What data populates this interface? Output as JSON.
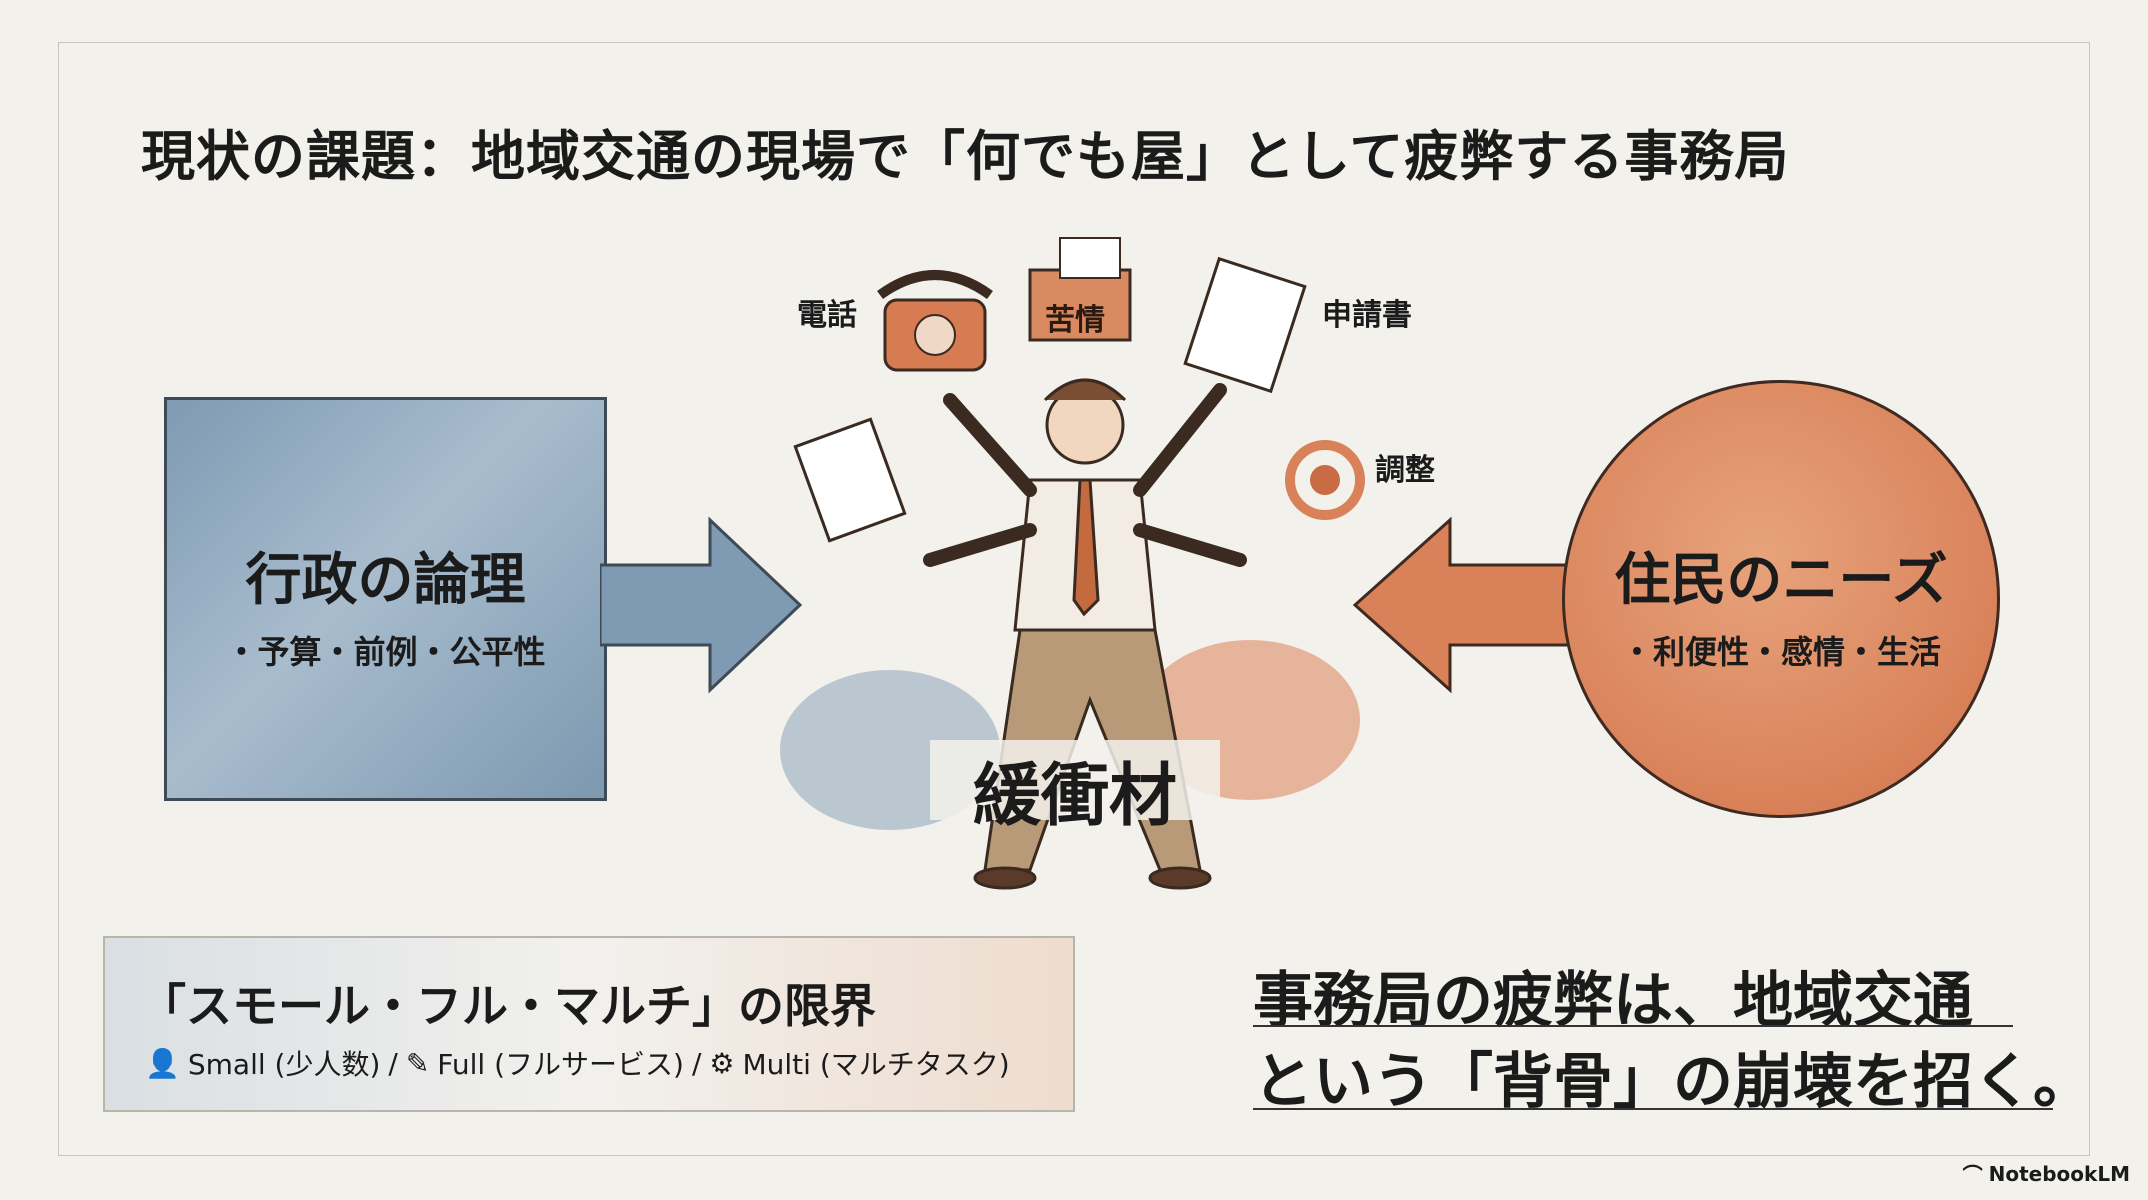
{
  "title": "現状の課題：地域交通の現場で「何でも屋」として疲弊する事務局",
  "left": {
    "title": "行政の論理",
    "sub": "・予算・前例・公平性"
  },
  "right": {
    "title": "住民のニーズ",
    "sub": "・利便性・感情・生活"
  },
  "center": {
    "labels": {
      "phone": "電話",
      "complaint": "苦情",
      "application": "申請書",
      "coordination": "調整"
    },
    "buffer": "緩衝材"
  },
  "bottom_box": {
    "title": "「スモール・フル・マルチ」の限界",
    "items": [
      "Small (少人数)",
      "Full (フルサービス)",
      "Multi (マルチタスク)"
    ],
    "separator": "/"
  },
  "conclusion": {
    "line1": "事務局の疲弊は、地域交通",
    "line2": "という「背骨」の崩壊を招く。"
  },
  "brand": "NotebookLM",
  "colors": {
    "blue": "#8aa3ba",
    "orange": "#d9825a",
    "background": "#f3f1ec"
  }
}
